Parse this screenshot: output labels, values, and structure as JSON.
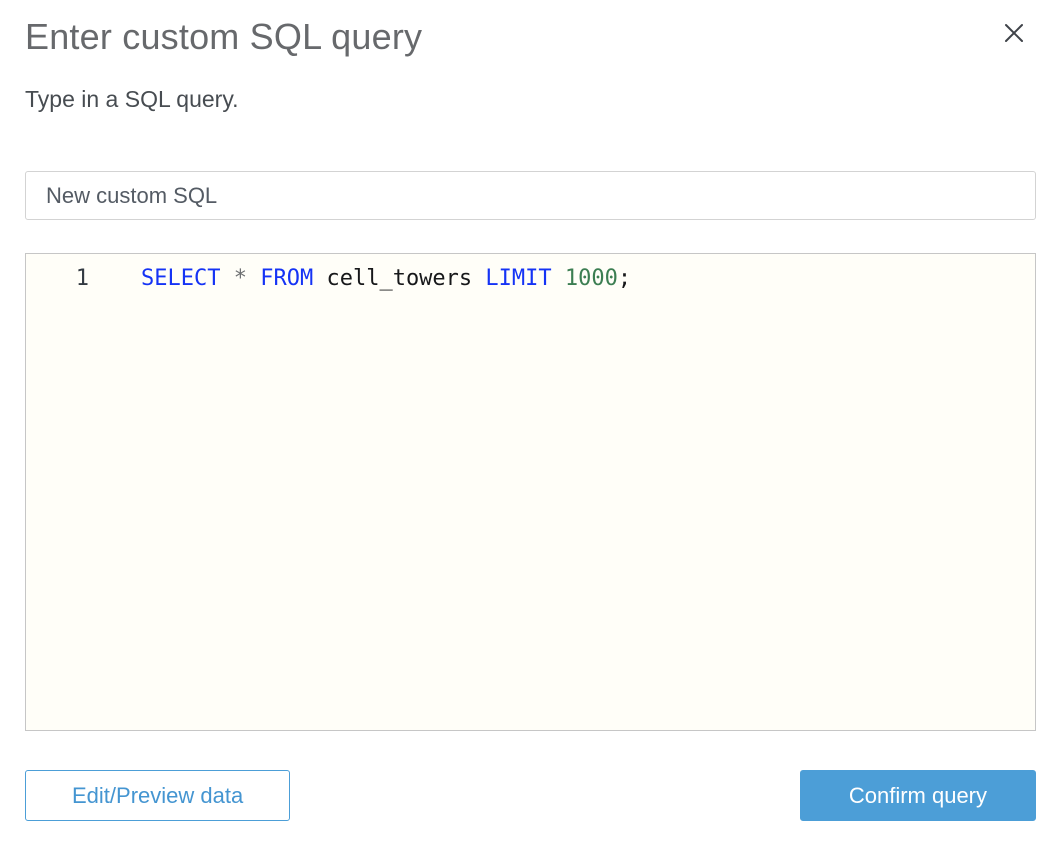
{
  "dialog": {
    "title": "Enter custom SQL query",
    "subtitle": "Type in a SQL query."
  },
  "name_input": {
    "value": "New custom SQL"
  },
  "editor": {
    "lines": [
      {
        "number": "1",
        "tokens": [
          {
            "text": "SELECT",
            "type": "keyword"
          },
          {
            "text": " ",
            "type": "plain"
          },
          {
            "text": "*",
            "type": "operator"
          },
          {
            "text": " ",
            "type": "plain"
          },
          {
            "text": "FROM",
            "type": "keyword"
          },
          {
            "text": " ",
            "type": "plain"
          },
          {
            "text": "cell_towers",
            "type": "identifier"
          },
          {
            "text": " ",
            "type": "plain"
          },
          {
            "text": "LIMIT",
            "type": "keyword"
          },
          {
            "text": " ",
            "type": "plain"
          },
          {
            "text": "1000",
            "type": "number"
          },
          {
            "text": ";",
            "type": "punct"
          }
        ]
      }
    ]
  },
  "footer": {
    "edit_preview_label": "Edit/Preview data",
    "confirm_label": "Confirm query"
  },
  "colors": {
    "accent_blue": "#4c9ed7",
    "keyword_blue": "#1533f5",
    "number_green": "#3c7e52",
    "editor_background": "#fffef8",
    "title_gray": "#67696c"
  }
}
